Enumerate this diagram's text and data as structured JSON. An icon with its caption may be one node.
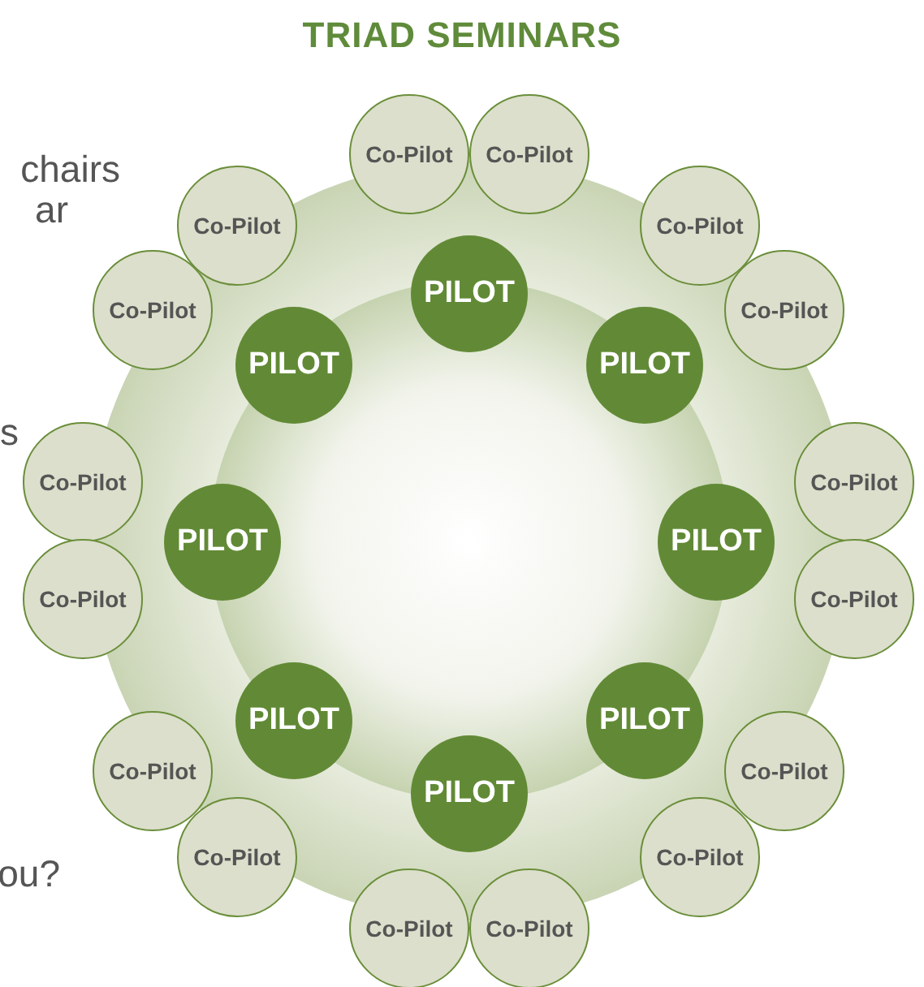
{
  "diagram": {
    "title": "TRIAD SEMINARS",
    "nodes": [
      {
        "text": [
          "Co-Pilot"
        ]
      },
      {
        "text": [
          "Co-Pilot"
        ]
      },
      {
        "text": [
          "Co-Pilot"
        ]
      },
      {
        "text": [
          "Co-Pilot"
        ]
      },
      {
        "text": [
          "PILOT"
        ]
      },
      {
        "text": [
          "Co-Pilot"
        ]
      },
      {
        "text": [
          "Co-Pilot"
        ]
      },
      {
        "text": [
          "PILOT"
        ]
      },
      {
        "text": [
          "PILOT"
        ]
      },
      {
        "text": [
          "Co-Pilot"
        ]
      },
      {
        "text": [
          "Co-Pilot"
        ]
      },
      {
        "text": [
          "PILOT"
        ]
      },
      {
        "text": [
          "PILOT"
        ]
      },
      {
        "text": [
          "Co-Pilot"
        ]
      },
      {
        "text": [
          "Co-Pilot"
        ]
      },
      {
        "text": [
          "PILOT"
        ]
      },
      {
        "text": [
          "PILOT"
        ]
      },
      {
        "text": [
          "Co-Pilot"
        ]
      },
      {
        "text": [
          "Co-Pilot"
        ]
      },
      {
        "text": [
          "PILOT"
        ]
      },
      {
        "text": [
          "Co-Pilot"
        ]
      },
      {
        "text": [
          "Co-Pilot"
        ]
      },
      {
        "text": [
          "Co-Pilot"
        ]
      },
      {
        "text": [
          "Co-Pilot"
        ]
      }
    ],
    "labels": [
      "chairs",
      "ar",
      "s",
      "ou?"
    ]
  }
}
